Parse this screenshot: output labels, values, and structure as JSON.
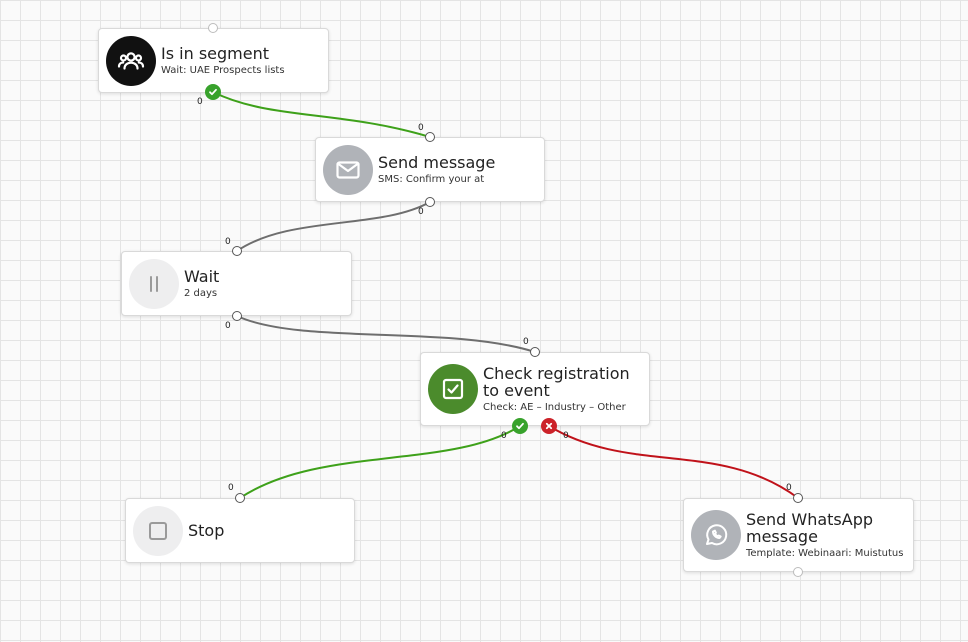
{
  "nodes": {
    "segment": {
      "title": "Is in segment",
      "subtitle": "Wait: UAE Prospects lists",
      "icon": "users-icon",
      "icon_bg": "#111111",
      "count_out": "0"
    },
    "send_message": {
      "title": "Send message",
      "subtitle": "SMS: Confirm your at",
      "icon": "envelope-icon",
      "icon_bg": "#b0b3b8",
      "count_in": "0",
      "count_out": "0"
    },
    "wait": {
      "title": "Wait",
      "subtitle": "2 days",
      "icon": "pause-icon",
      "icon_bg": "#eeeeef",
      "count_in": "0",
      "count_out": "0"
    },
    "check": {
      "title": "Check registration to event",
      "subtitle": "Check: AE – Industry – Other",
      "icon": "checkbox-icon",
      "icon_bg": "#4b8b2c",
      "count_in": "0",
      "count_yes": "0",
      "count_no": "0"
    },
    "stop": {
      "title": "Stop",
      "icon": "stop-icon",
      "icon_bg": "#eeeeef",
      "count_in": "0"
    },
    "whatsapp": {
      "title": "Send WhatsApp message",
      "subtitle": "Template: Webinaari: Muistutus",
      "icon": "whatsapp-icon",
      "icon_bg": "#b0b3b8",
      "count_in": "0"
    }
  },
  "colors": {
    "yes_path": "#3ea11a",
    "no_path": "#c0121a",
    "default_path": "#6e6e6e"
  }
}
